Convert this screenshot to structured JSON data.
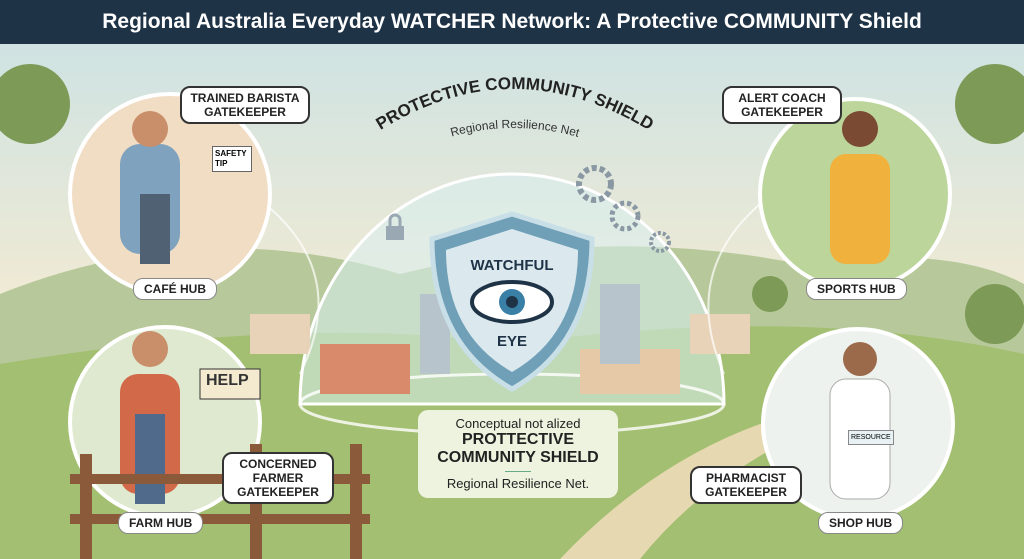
{
  "title": "Regional Australia Everyday WATCHER Network: A Protective COMMUNITY Shield",
  "dome": {
    "arc_title": "PROTECTIVE COMMUNITY SHIELD",
    "arc_subtitle": "Regional Resilience Net",
    "shield_top": "WATCHFUL",
    "shield_bottom": "EYE"
  },
  "note": {
    "line1": "Conceptual not alized",
    "line2": "PROTTECTIVE",
    "line3": "COMMUNITY SHIELD",
    "line4": "Regional Resilience Net."
  },
  "hubs": [
    {
      "name": "CAFÉ HUB",
      "role": "TRAINED BARISTA GATEKEEPER",
      "prop": "SAFETY TIP"
    },
    {
      "name": "FARM HUB",
      "role": "CONCERNED FARMER GATEKEEPER",
      "prop": "HELP"
    },
    {
      "name": "SPORTS HUB",
      "role": "ALERT COACH GATEKEEPER"
    },
    {
      "name": "SHOP HUB",
      "role": "PHARMACIST GATEKEEPER",
      "prop": "RESOURCE"
    }
  ],
  "colors": {
    "title_bar": "#1f3347",
    "shield": "#6fa0b8",
    "dome": "#d9eef0",
    "grass": "#9cb86a"
  }
}
